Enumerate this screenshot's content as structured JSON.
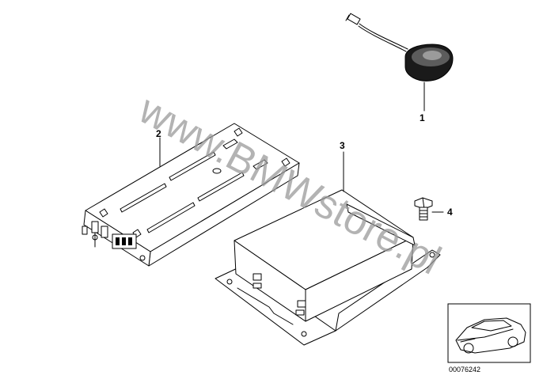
{
  "parts": [
    {
      "number": "1",
      "icon": "gps-antenna-icon"
    },
    {
      "number": "2",
      "icon": "control-unit-icon"
    },
    {
      "number": "3",
      "icon": "navigation-computer-icon"
    },
    {
      "number": "4",
      "icon": "bolt-icon"
    }
  ],
  "watermark": "www.BMWstore.pl",
  "thumbnail": {
    "icon": "car-thumbnail-icon",
    "reference": "00076242"
  }
}
